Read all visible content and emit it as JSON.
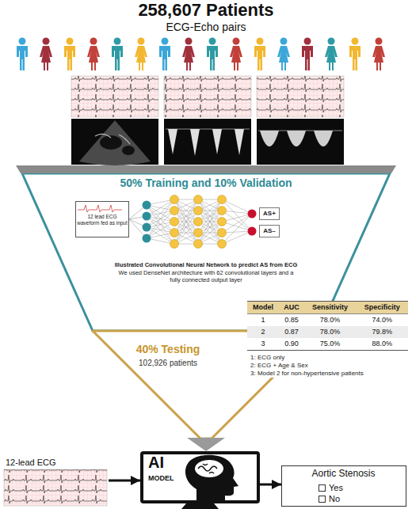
{
  "diagram": {
    "title": "258,607 Patients",
    "nodes": [
      {
        "text": [
          "50% Training and 10% Validation",
          "Illustrated Convolutional Neural Network to predict AS from ECG",
          "We used DenseNet architecture with 62 convolutional layers and a fully connected output layer"
        ]
      },
      {
        "text": [
          "12 lead ECG waveform fed as input"
        ],
        "in": 0
      },
      {
        "text": [
          "AS+"
        ],
        "in": 0
      },
      {
        "text": [
          "AS–"
        ],
        "in": 0
      },
      {
        "text": [
          "40% Testing",
          "102,926 patients"
        ]
      },
      {
        "text": [
          "12-lead ECG"
        ]
      },
      {
        "text": [
          "AI",
          "MODEL"
        ]
      },
      {
        "text": [
          "Aortic Stenosis",
          "Yes",
          "No"
        ]
      }
    ],
    "edges": [
      {
        "from": 4,
        "to": 6,
        "arrow": "to"
      },
      {
        "from": 5,
        "to": 6,
        "arrow": "to"
      },
      {
        "from": 6,
        "to": 7,
        "arrow": "to"
      }
    ],
    "labels": [
      "ECG-Echo pairs",
      "Model",
      "AUC",
      "Sensitivity",
      "Specificity",
      "1",
      "0.85",
      "78.0%",
      "74.0%",
      "2",
      "0.87",
      "78.0%",
      "79.8%",
      "3",
      "0.90",
      "75.0%",
      "88.0%",
      "1: ECG only",
      "2: ECG + Age & Sex",
      "3: Model 2 for non-hypertensive patients"
    ]
  }
}
